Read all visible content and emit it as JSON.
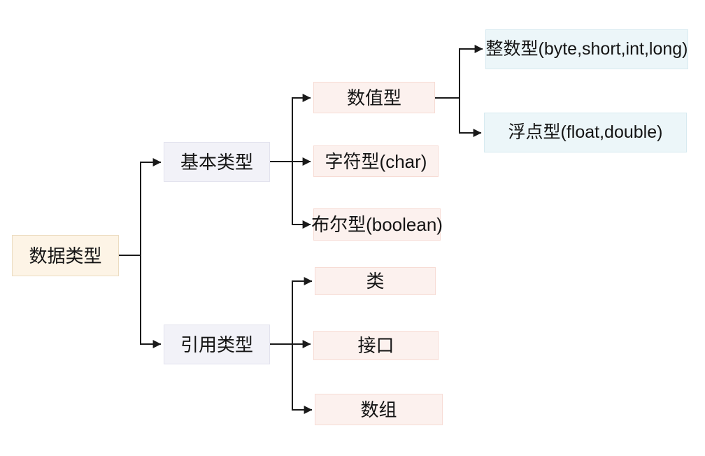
{
  "diagram": {
    "type": "tree",
    "topic": "Java data types hierarchy",
    "nodes": {
      "root": {
        "label": "数据类型"
      },
      "basic": {
        "label": "基本类型"
      },
      "reference": {
        "label": "引用类型"
      },
      "numeric": {
        "label": "数值型"
      },
      "char": {
        "label": "字符型(char)"
      },
      "boolean": {
        "label": "布尔型(boolean)"
      },
      "class": {
        "label": "类"
      },
      "interface": {
        "label": "接口"
      },
      "array": {
        "label": "数组"
      },
      "integer": {
        "label": "整数型(byte,short,int,long)"
      },
      "float": {
        "label": "浮点型(float,double)"
      }
    },
    "edges": [
      {
        "from": "数据类型",
        "to": "基本类型"
      },
      {
        "from": "数据类型",
        "to": "引用类型"
      },
      {
        "from": "基本类型",
        "to": "数值型"
      },
      {
        "from": "基本类型",
        "to": "字符型(char)"
      },
      {
        "from": "基本类型",
        "to": "布尔型(boolean)"
      },
      {
        "from": "数值型",
        "to": "整数型(byte,short,int,long)"
      },
      {
        "from": "数值型",
        "to": "浮点型(float,double)"
      },
      {
        "from": "引用类型",
        "to": "类"
      },
      {
        "from": "引用类型",
        "to": "接口"
      },
      {
        "from": "引用类型",
        "to": "数组"
      }
    ],
    "colors": {
      "background": "#ffffff",
      "root_fill": "#fdf4e6",
      "root_border": "#ecdcc1",
      "group_fill": "#f2f2f8",
      "group_border": "#e3e3ee",
      "leaf_fill": "#fcf1ee",
      "leaf_border": "#f7dcd5",
      "highlight_fill": "#ecf6f9",
      "highlight_border": "#d7eaf0",
      "line": "#1a1a1a",
      "text": "#141414"
    }
  }
}
